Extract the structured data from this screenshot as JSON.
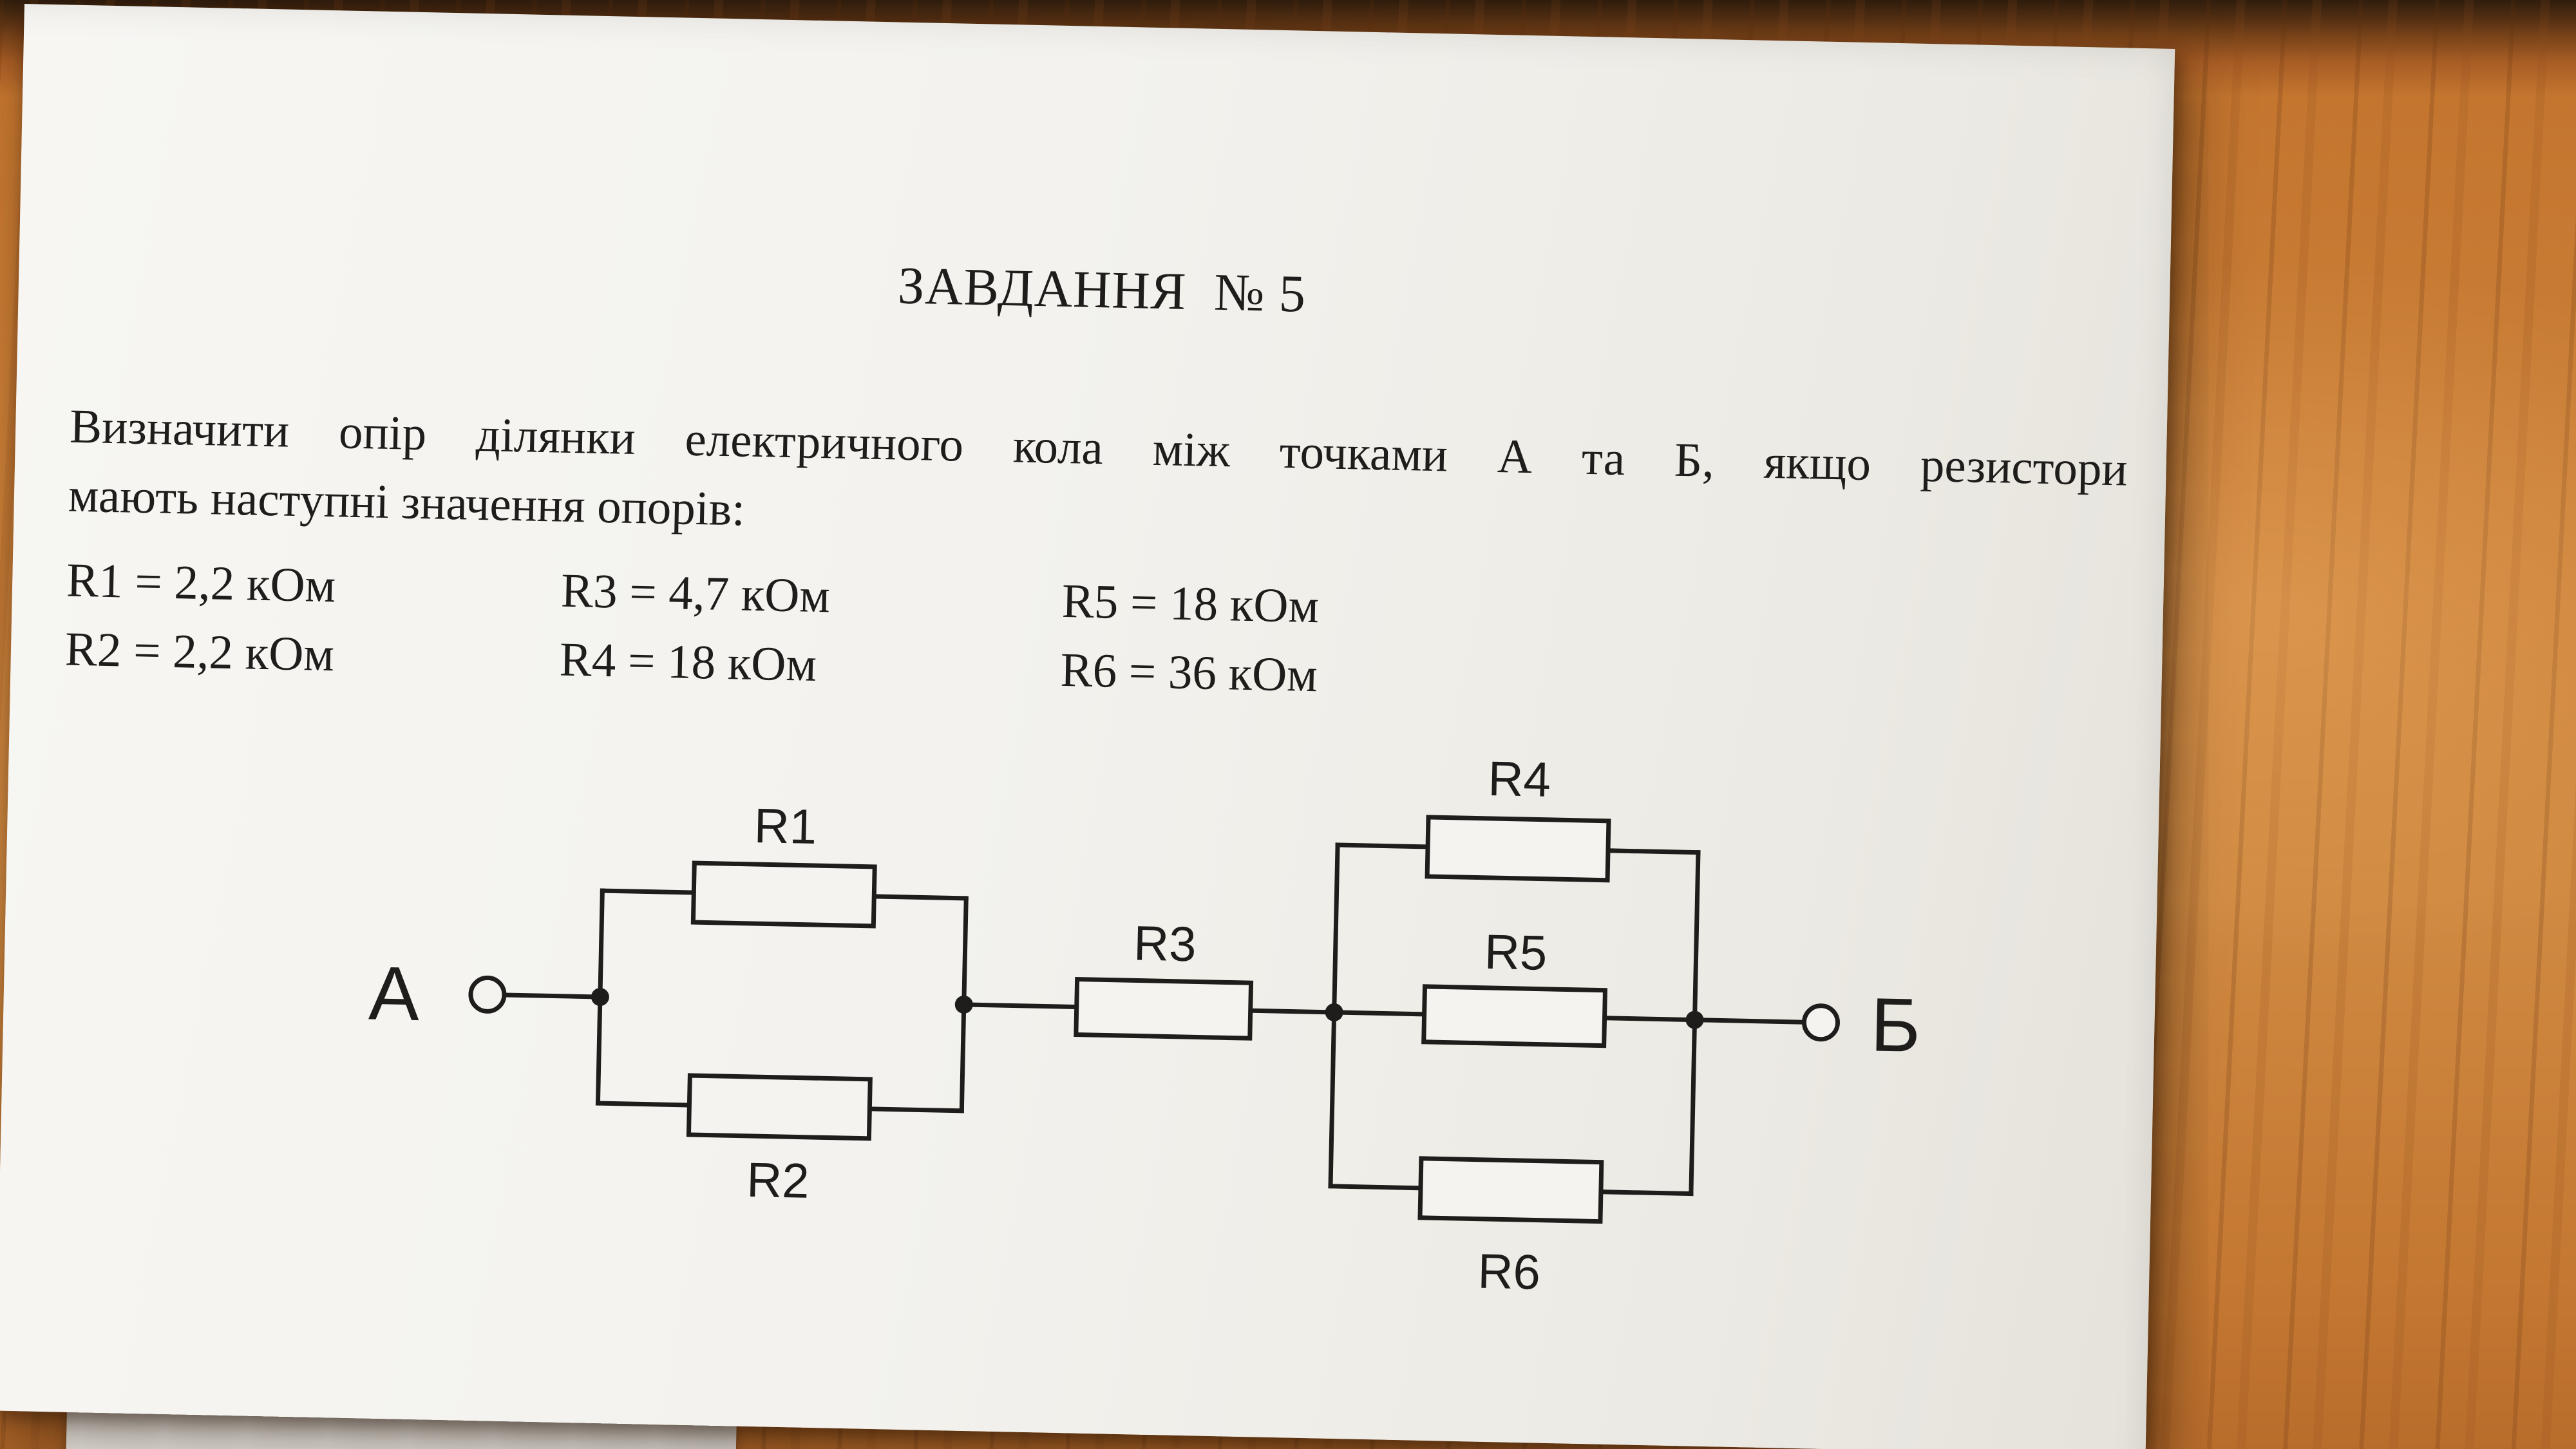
{
  "colors": {
    "ink": "#1f1d1b",
    "paper": "#f4f3ef",
    "wood": "#c97e38"
  },
  "document": {
    "title": "ЗАВДАННЯ  № 5",
    "problem": {
      "line1": "Визначити опір ділянки електричного кола між точками А та Б, якщо резистори",
      "line2": "мають наступні значення опорів:"
    },
    "resistor_values": {
      "rows": [
        [
          "R1 = 2,2 кОм",
          "R3 = 4,7 кОм",
          "R5 = 18 кОм"
        ],
        [
          "R2 = 2,2 кОм",
          "R4 = 18 кОм",
          "R6 = 36 кОм"
        ]
      ]
    }
  },
  "circuit": {
    "terminal_left_label": "А",
    "terminal_right_label": "Б",
    "resistor_labels": {
      "r1": "R1",
      "r2": "R2",
      "r3": "R3",
      "r4": "R4",
      "r5": "R5",
      "r6": "R6"
    }
  }
}
